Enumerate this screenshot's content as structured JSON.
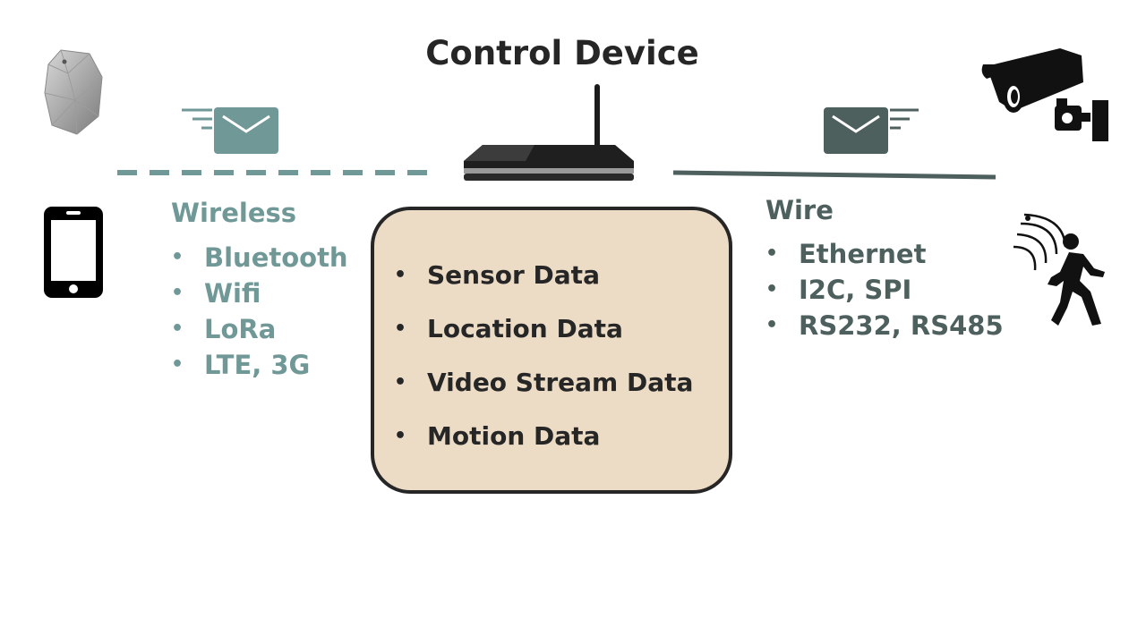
{
  "title": "Control Device",
  "wireless": {
    "heading": "Wireless",
    "items": [
      "Bluetooth",
      "Wifi",
      "LoRa",
      "LTE, 3G"
    ]
  },
  "wire": {
    "heading": "Wire",
    "items": [
      "Ethernet",
      "I2C, SPI",
      "RS232, RS485"
    ]
  },
  "data_box": {
    "items": [
      "Sensor Data",
      "Location Data",
      "Video Stream Data",
      "Motion Data"
    ]
  },
  "icons": {
    "beacon": "beacon-icon",
    "phone": "smartphone-icon",
    "router": "router-icon",
    "camera": "security-camera-icon",
    "motion": "motion-sensor-icon",
    "mail_wireless": "envelope-icon",
    "mail_wire": "envelope-icon"
  },
  "colors": {
    "wireless": "#6f9896",
    "wire": "#4d605e",
    "data_box_fill": "#ecdcc6",
    "dark": "#262626"
  }
}
